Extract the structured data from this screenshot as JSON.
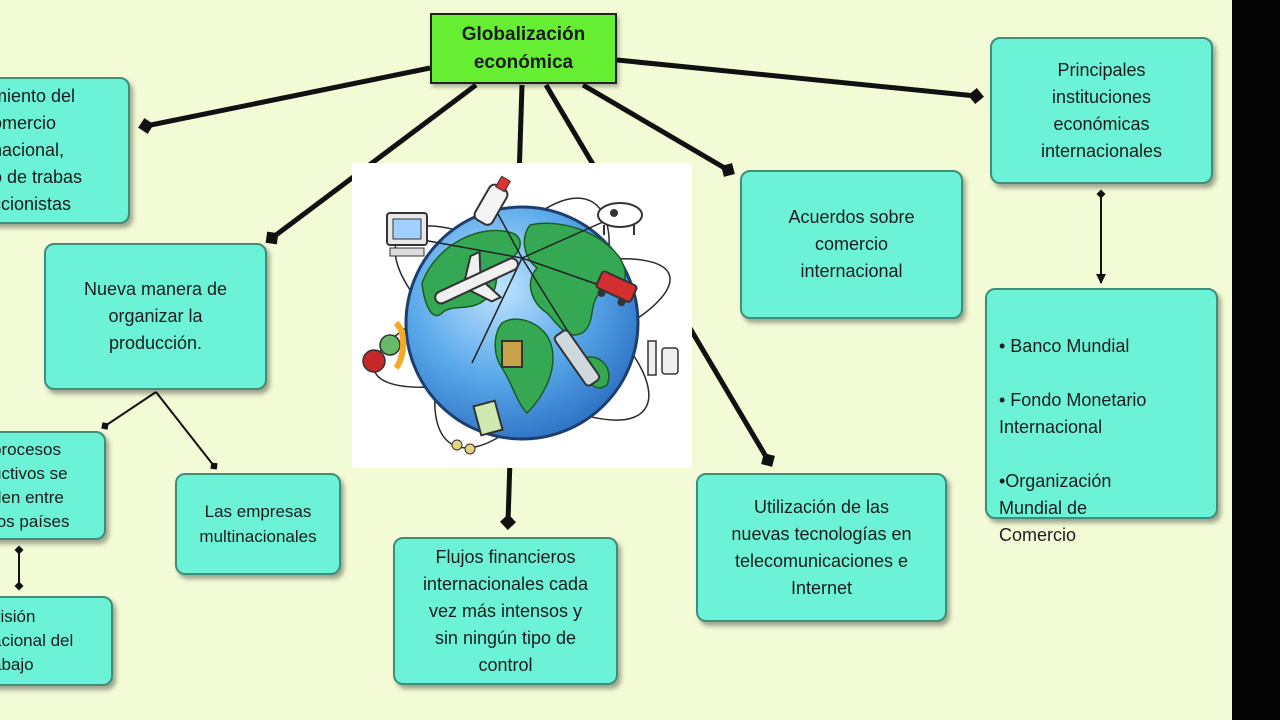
{
  "diagram": {
    "root": "Globalización\neconómica",
    "nodes": {
      "comercio": "miento del\nomercio\nnacional,\no de trabas\nccionistas",
      "produccion": "Nueva manera de\norganizar la\nproducción.",
      "procesos": "procesos\nuctivos se\nden entre\ntos países",
      "division": "visión\nacional del\nabajo",
      "multinacionales": "Las empresas\nmultinacionales",
      "flujos": "Flujos financieros\ninternacionales cada\nvez más intensos y\nsin ningún tipo de\ncontrol",
      "acuerdos": "Acuerdos sobre\ncomercio\ninternacional",
      "tecnologias": "Utilización de las\nnuevas tecnologías en\ntelecomunicaciones e\nInternet",
      "instituciones": "Principales\ninstituciones\neconómicas\ninternacionales",
      "lista_instituciones": [
        "• Banco Mundial",
        "• Fondo Monetario\n      Internacional",
        "•Organización\n      Mundial de\n      Comercio"
      ]
    }
  },
  "colors": {
    "background": "#f3fbd6",
    "root_fill": "#66ee33",
    "node_fill": "#6cf2d6",
    "node_border": "#3f8e7c",
    "connector": "#111111"
  },
  "icons": [
    "globe-illustration",
    "computer-icon",
    "bottle-icon",
    "cow-icon",
    "airplane-icon",
    "truck-icon",
    "train-icon",
    "fruit-icon",
    "money-icon"
  ]
}
